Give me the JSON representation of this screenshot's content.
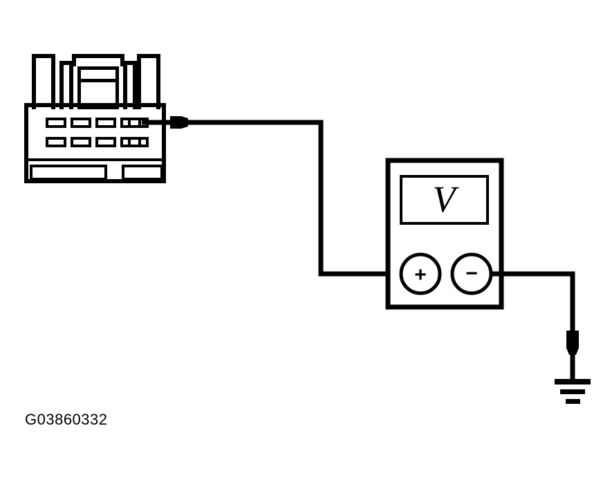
{
  "figure": {
    "id_label": "G03860332",
    "title": "Voltmeter connected to connector terminal with ground",
    "background_color": "#ffffff",
    "line_color": "#000000"
  },
  "connector": {
    "name": "electrical-connector",
    "description": "Wiring harness connector shown face-on with two rows of terminal cavities",
    "pin_rows": [
      {
        "row": "top",
        "count": 5,
        "probed_pin_index": 5
      },
      {
        "row": "bottom",
        "count": 5,
        "probed_pin_index": null
      }
    ],
    "latch_features": [
      "left-lock-tab",
      "center-lock-tab",
      "right-lock-tab"
    ]
  },
  "probes": {
    "positive_probe": {
      "name": "positive-test-probe",
      "attached_to": "connector-top-row-pin-5",
      "orientation": "horizontal"
    },
    "negative_probe": {
      "name": "ground-test-probe",
      "attached_to": "chassis-ground",
      "orientation": "vertical"
    }
  },
  "meter": {
    "name": "voltmeter",
    "display_value": "V",
    "terminals": [
      {
        "name": "positive-terminal",
        "symbol": "+"
      },
      {
        "name": "negative-terminal",
        "symbol": "−"
      }
    ]
  },
  "ground": {
    "name": "chassis-ground-symbol",
    "bar_count": 3
  },
  "wires": [
    {
      "name": "probe-to-positive-terminal-wire",
      "from": "positive-test-probe",
      "to": "positive-terminal"
    },
    {
      "name": "negative-terminal-to-ground-wire",
      "from": "negative-terminal",
      "to": "chassis-ground-symbol"
    }
  ]
}
